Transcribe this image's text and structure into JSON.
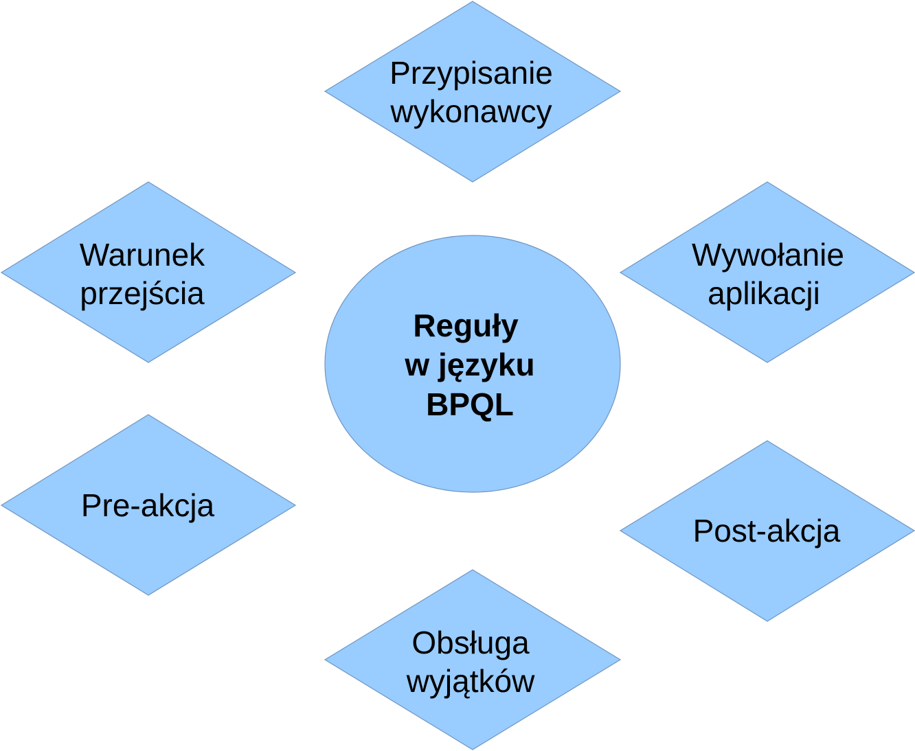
{
  "colors": {
    "fill": "#99ccff",
    "stroke": "#6f95c0",
    "text": "#000000"
  },
  "center": {
    "lines": [
      "Reguły",
      "w języku",
      "BPQL"
    ]
  },
  "nodes": {
    "top": {
      "lines": [
        "Przypisanie",
        "wykonawcy"
      ]
    },
    "left_upper": {
      "lines": [
        "Warunek",
        "przejścia"
      ]
    },
    "right_upper": {
      "lines": [
        "Wywołanie",
        "aplikacji"
      ]
    },
    "left_lower": {
      "lines": [
        "Pre-akcja"
      ]
    },
    "right_lower": {
      "lines": [
        "Post-akcja"
      ]
    },
    "bottom": {
      "lines": [
        "Obsługa",
        "wyjątków"
      ]
    }
  }
}
